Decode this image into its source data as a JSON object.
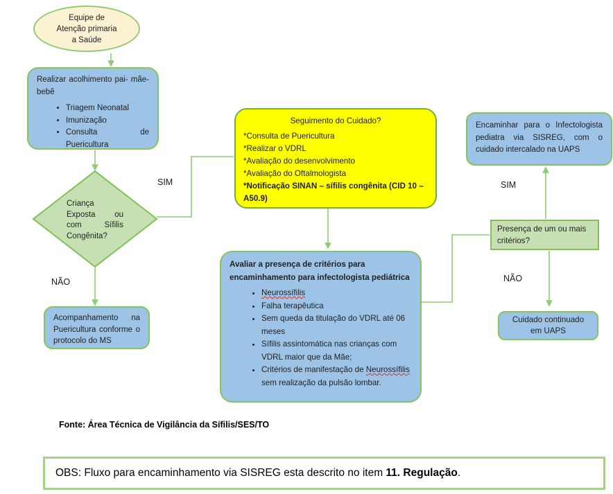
{
  "palette": {
    "node_blue_fill": "#9DC3E6",
    "node_green_fill": "#C6E0B4",
    "node_yellow_fill": "#FFFF00",
    "node_cream_fill": "#FBF2D4",
    "border_green": "#7CC353",
    "arrow_green": "#8FCB72",
    "obs_border_green": "#A9D18E",
    "spellcheck_red": "#E03020"
  },
  "flow": {
    "start": {
      "text": "Equipe de Atenção primaria a Saúde"
    },
    "acolhimento": {
      "title": "Realizar acolhimento pai- mãe- bebê",
      "items": [
        "Triagem Neonatal",
        "Imunização",
        "Consulta de Puericultura"
      ]
    },
    "decision_left": {
      "text": "Criança Exposta ou com Sífilis Congênita?"
    },
    "acompanhamento": {
      "text": "Acompanhamento na Puericultura conforme o protocolo do MS"
    },
    "seguimento": {
      "title": "Seguimento do Cuidado?",
      "items": [
        "*Consulta de Puericultura",
        "*Realizar o VDRL",
        "*Avaliação do desenvolvimento",
        "*Avaliação do Oftalmologista"
      ],
      "bold_item": "*Notificação SINAN – sífilis congênita (CID 10 – A50.9)"
    },
    "criterios": {
      "title": "Avaliar a presença de critérios para encaminhamento para infectologista pediátrica",
      "items": [
        "Neurossífilis",
        "Falha terapêutica",
        "Sem queda da titulação do VDRL até 06 meses",
        "Sífilis assintomática nas crianças com VDRL maior que da Mãe;"
      ],
      "last_item": {
        "pre": "Critérios de manifestação de ",
        "word": "Neurossífilis",
        "post": " sem realização da pulsão lombar."
      }
    },
    "encaminhar": {
      "text": "Encaminhar para o Infectologista pediatra via SISREG, com o cuidado intercalado na UAPS"
    },
    "decision_right": {
      "text": "Presença de um ou mais critérios?"
    },
    "cuidado": {
      "text": "Cuidado continuado em UAPS"
    },
    "labels": {
      "sim_left": "SIM",
      "nao_left": "NÃO",
      "sim_right": "SIM",
      "nao_right": "NÃO"
    }
  },
  "fonte": "Fonte: Área Técnica de Vigilância da Sífilis/SES/TO",
  "obs": {
    "prefix": "OBS: Fluxo para encaminhamento via SISREG esta descrito no item ",
    "bold": "11. Regulação",
    "suffix": "."
  }
}
